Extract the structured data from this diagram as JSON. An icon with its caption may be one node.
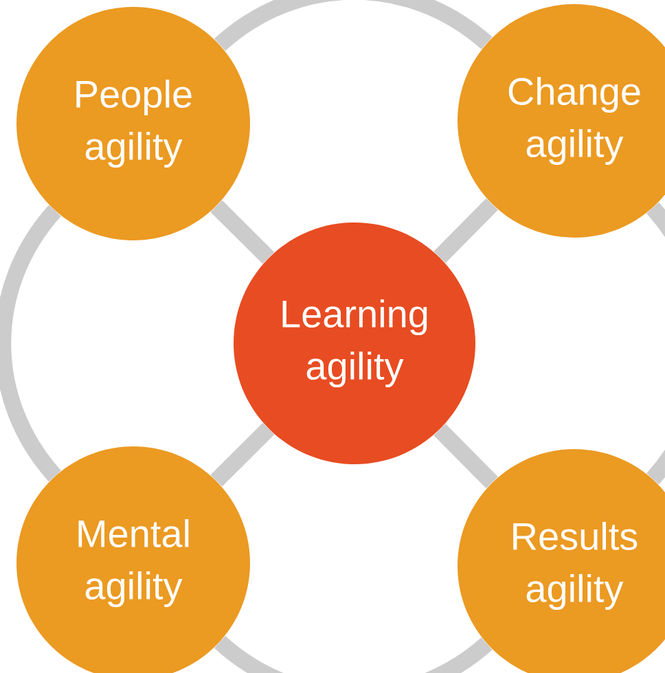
{
  "diagram": {
    "nodes": [
      {
        "text": [
          "People agility"
        ]
      },
      {
        "text": [
          "Change agility"
        ]
      },
      {
        "text": [
          "Learning agility"
        ]
      },
      {
        "text": [
          "Mental agility"
        ]
      },
      {
        "text": [
          "Results agility"
        ]
      }
    ],
    "edges": [
      {
        "from": 2,
        "to": 0,
        "arrow": "none"
      },
      {
        "from": 2,
        "to": 1,
        "arrow": "none"
      },
      {
        "from": 2,
        "to": 3,
        "arrow": "none"
      },
      {
        "from": 2,
        "to": 4,
        "arrow": "none"
      },
      {
        "from": 0,
        "to": 1,
        "arrow": "none"
      },
      {
        "from": 1,
        "to": 4,
        "arrow": "none"
      },
      {
        "from": 4,
        "to": 3,
        "arrow": "none"
      },
      {
        "from": 3,
        "to": 0,
        "arrow": "none"
      }
    ]
  }
}
